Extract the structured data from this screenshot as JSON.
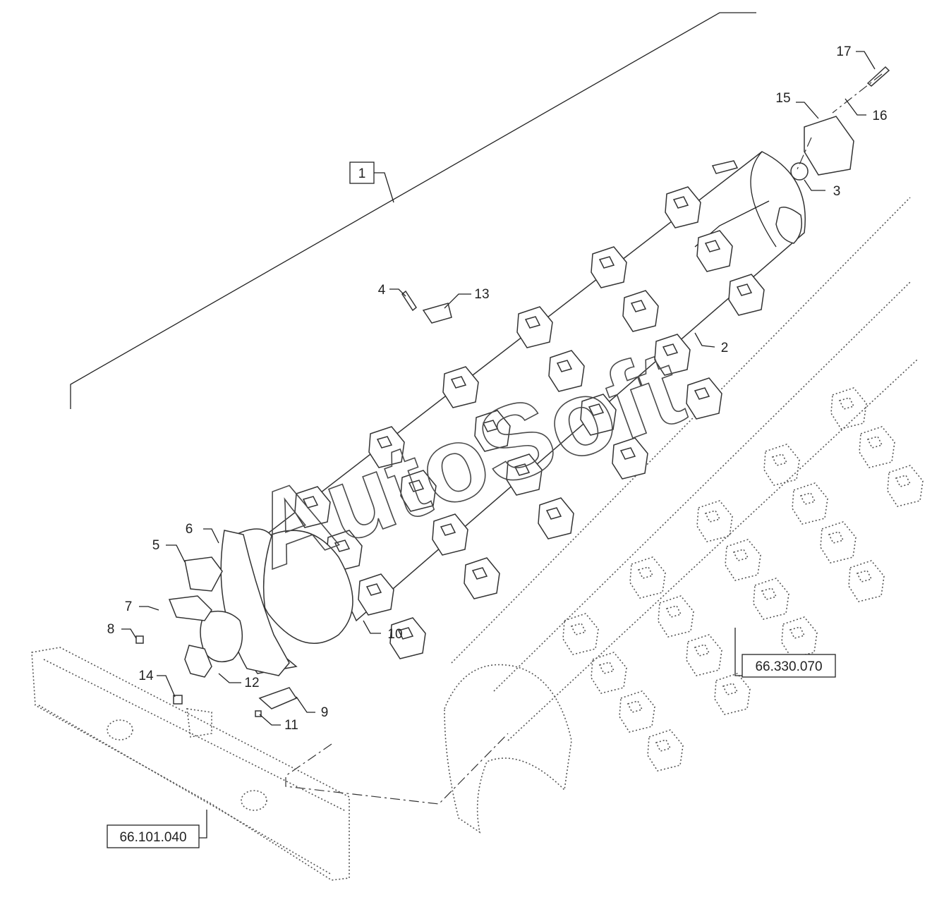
{
  "watermark": "AutoSoft",
  "assembly_label": "1",
  "callouts": [
    "2",
    "3",
    "4",
    "5",
    "6",
    "7",
    "8",
    "9",
    "10",
    "11",
    "12",
    "13",
    "14",
    "15",
    "16",
    "17"
  ],
  "references": [
    "66.330.070",
    "66.101.040"
  ],
  "colors": {
    "ink": "#222222",
    "background": "#ffffff"
  }
}
